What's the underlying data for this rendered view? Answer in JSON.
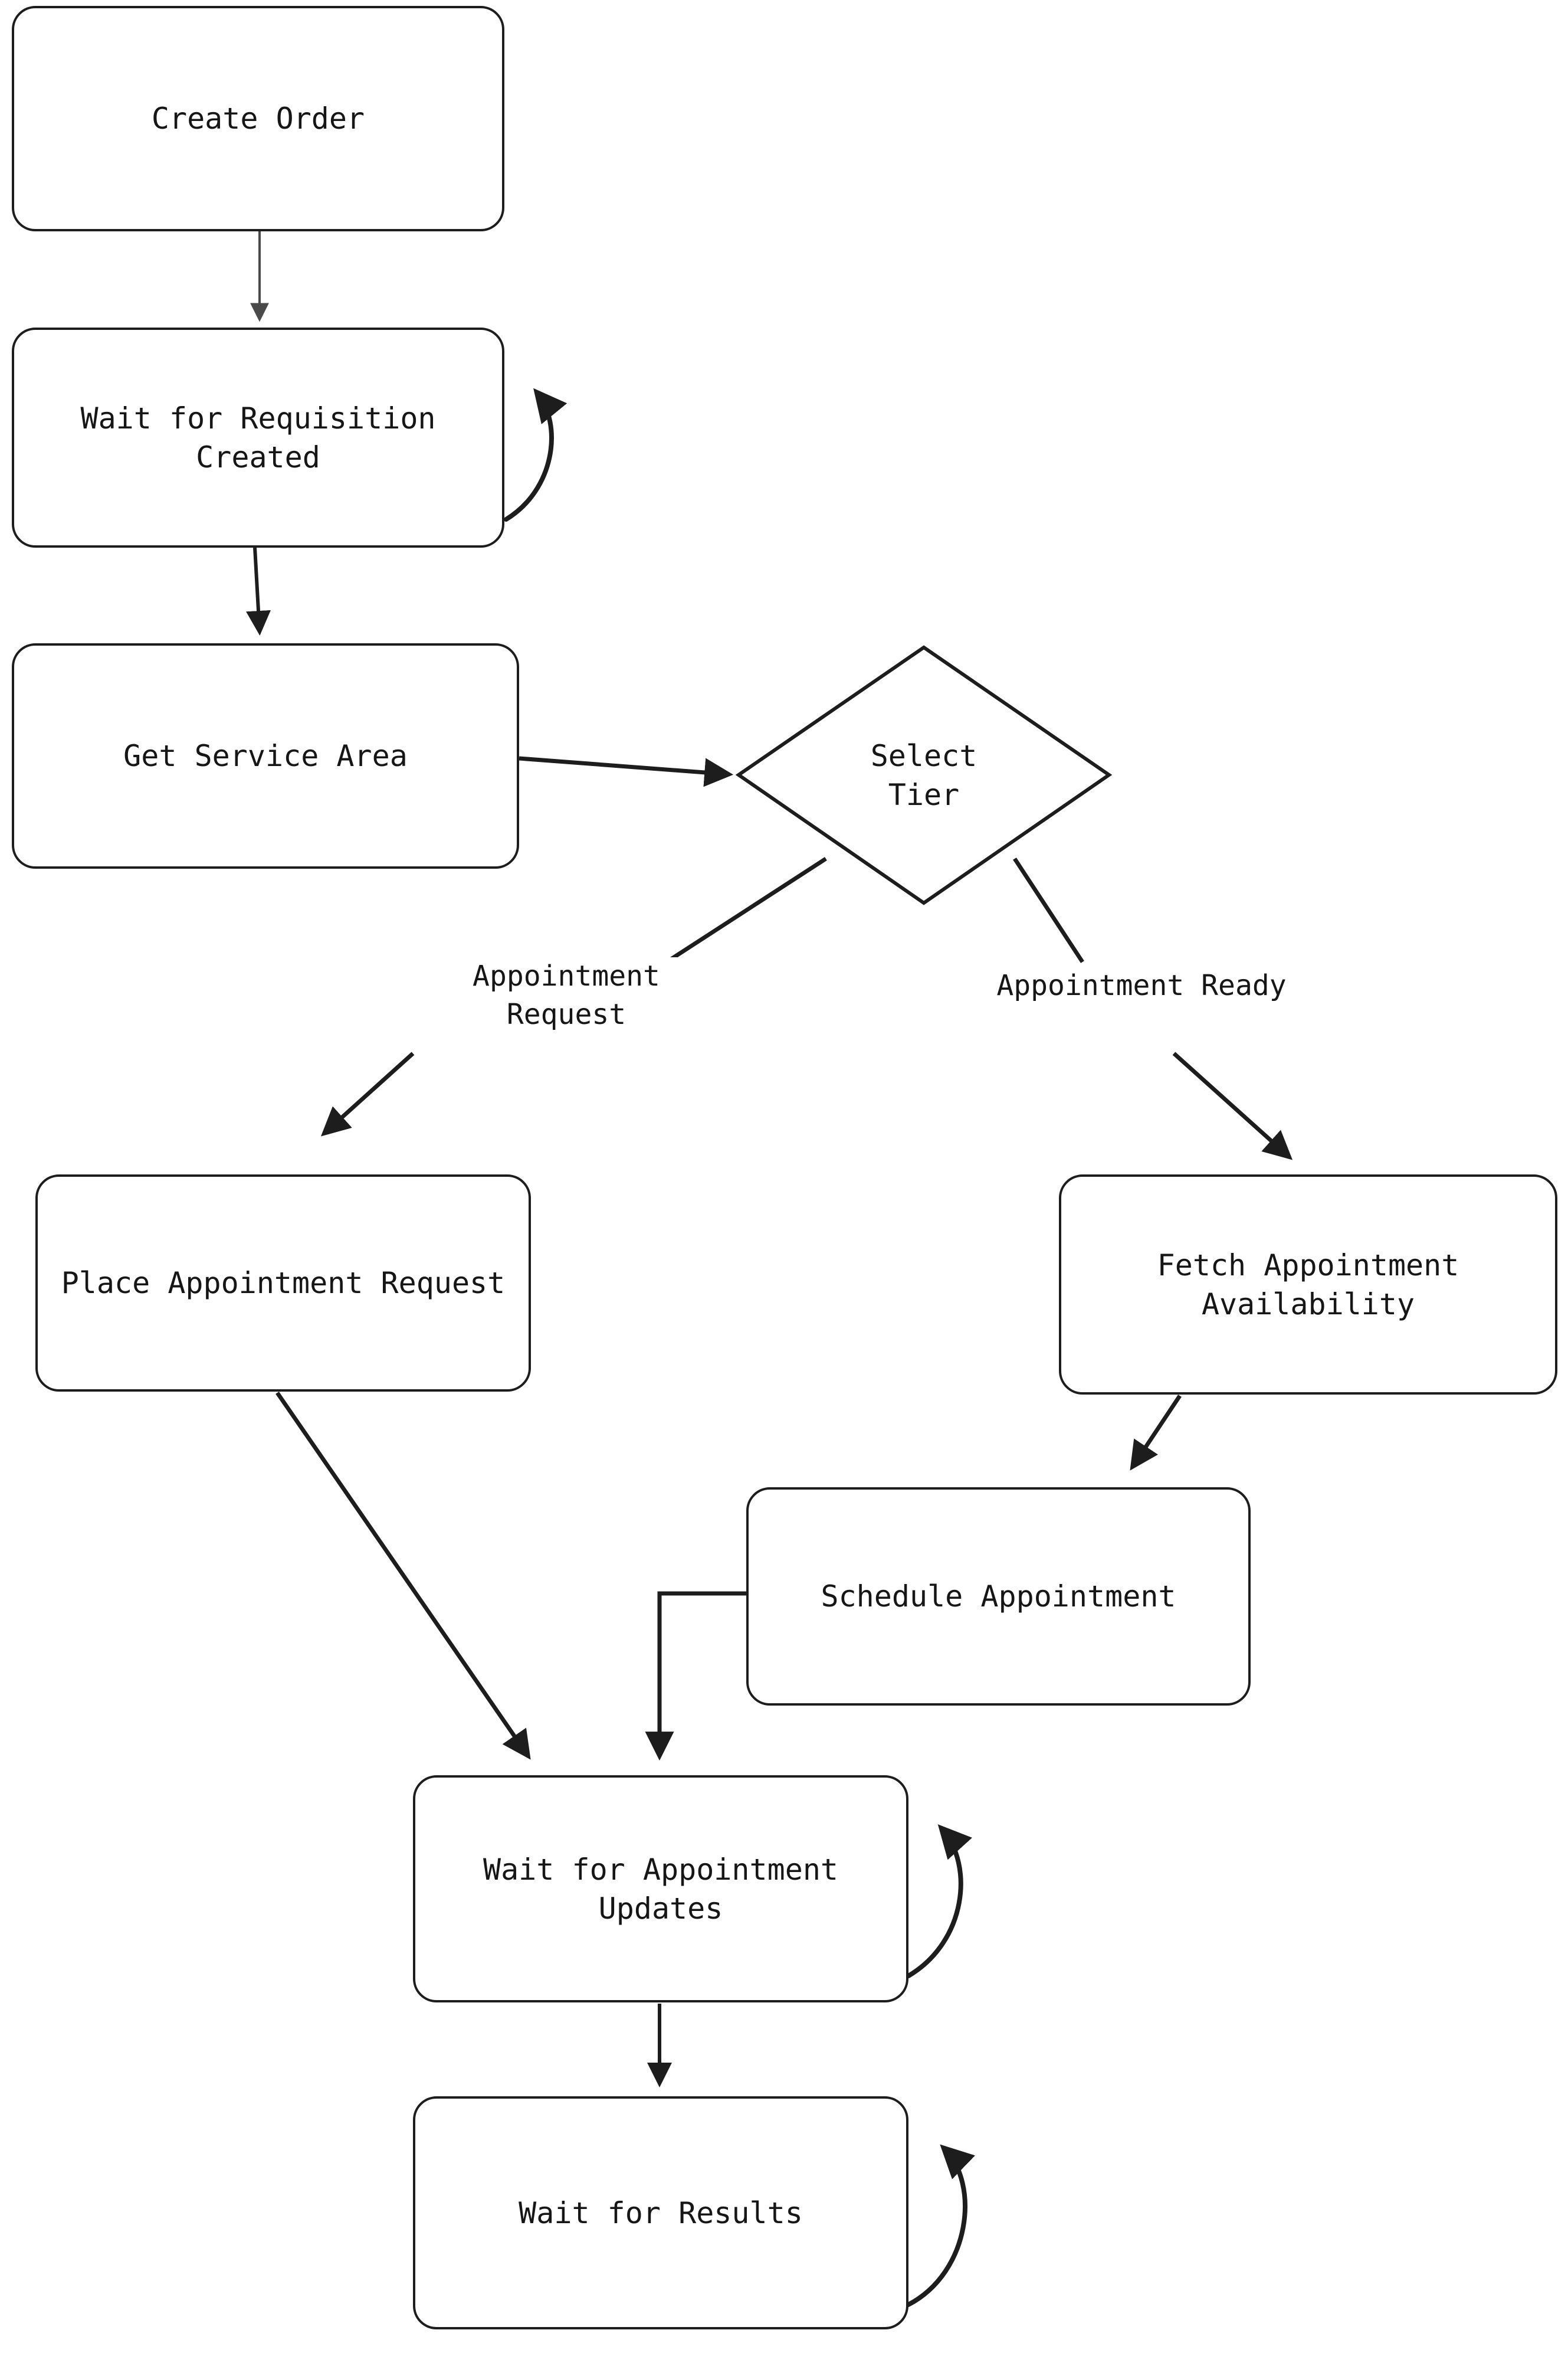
{
  "diagram": {
    "type": "flowchart",
    "orientation": "top-to-bottom",
    "background_color": "#ffffff",
    "stroke_color": "#1d1d1d",
    "text_color": "#161616"
  },
  "nodes": [
    {
      "id": "create-order",
      "shape": "rounded-rect",
      "label": "Create Order"
    },
    {
      "id": "wait-requisition",
      "shape": "rounded-rect",
      "label": "Wait for Requisition\nCreated"
    },
    {
      "id": "get-service-area",
      "shape": "rounded-rect",
      "label": "Get Service Area"
    },
    {
      "id": "select-tier",
      "shape": "diamond",
      "label": "Select\nTier"
    },
    {
      "id": "place-appointment",
      "shape": "rounded-rect",
      "label": "Place Appointment Request"
    },
    {
      "id": "fetch-availability",
      "shape": "rounded-rect",
      "label": "Fetch Appointment\nAvailability"
    },
    {
      "id": "schedule-appointment",
      "shape": "rounded-rect",
      "label": "Schedule Appointment"
    },
    {
      "id": "wait-appointment-updates",
      "shape": "rounded-rect",
      "label": "Wait for Appointment\nUpdates"
    },
    {
      "id": "wait-results",
      "shape": "rounded-rect",
      "label": "Wait for Results"
    }
  ],
  "edges": [
    {
      "id": "e1",
      "from": "create-order",
      "to": "wait-requisition",
      "label": ""
    },
    {
      "id": "e2",
      "from": "wait-requisition",
      "to": "wait-requisition",
      "label": "",
      "kind": "self-loop"
    },
    {
      "id": "e3",
      "from": "wait-requisition",
      "to": "get-service-area",
      "label": ""
    },
    {
      "id": "e4",
      "from": "get-service-area",
      "to": "select-tier",
      "label": ""
    },
    {
      "id": "e5",
      "from": "select-tier",
      "to": "place-appointment",
      "label": "Appointment\nRequest"
    },
    {
      "id": "e6",
      "from": "select-tier",
      "to": "fetch-availability",
      "label": "Appointment Ready"
    },
    {
      "id": "e7",
      "from": "fetch-availability",
      "to": "schedule-appointment",
      "label": ""
    },
    {
      "id": "e8",
      "from": "place-appointment",
      "to": "wait-appointment-updates",
      "label": ""
    },
    {
      "id": "e9",
      "from": "schedule-appointment",
      "to": "wait-appointment-updates",
      "label": "",
      "kind": "orthogonal"
    },
    {
      "id": "e10",
      "from": "wait-appointment-updates",
      "to": "wait-appointment-updates",
      "label": "",
      "kind": "self-loop"
    },
    {
      "id": "e11",
      "from": "wait-appointment-updates",
      "to": "wait-results",
      "label": ""
    },
    {
      "id": "e12",
      "from": "wait-results",
      "to": "wait-results",
      "label": "",
      "kind": "self-loop"
    }
  ],
  "edge_labels": {
    "appointment_request": "Appointment\nRequest",
    "appointment_ready": "Appointment Ready"
  }
}
